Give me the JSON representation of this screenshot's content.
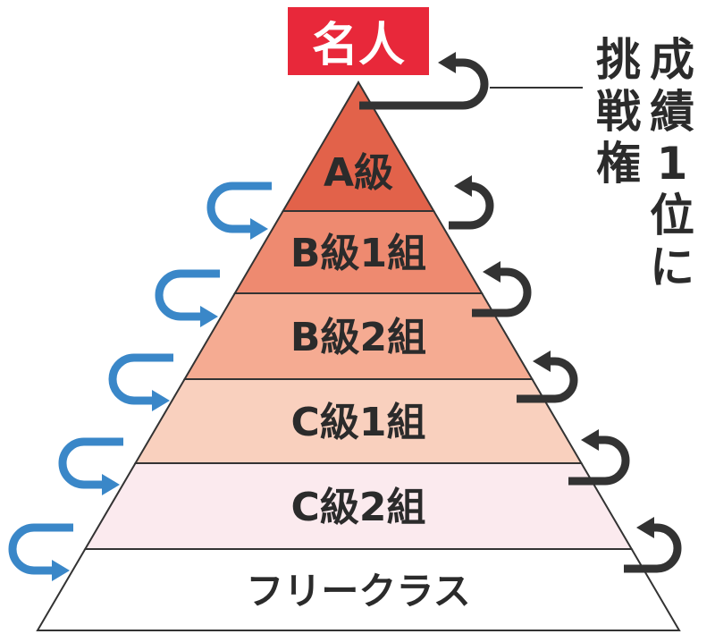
{
  "title": "名人",
  "challenge_text": "成績1位に挑戦権",
  "tiers": [
    {
      "label": "A級",
      "color": "#e2624a"
    },
    {
      "label": "B級1組",
      "color": "#ee8a70"
    },
    {
      "label": "B級2組",
      "color": "#f5ab92"
    },
    {
      "label": "C級1組",
      "color": "#f9d0be"
    },
    {
      "label": "C級2組",
      "color": "#fbeaee"
    },
    {
      "label": "フリークラス",
      "color": "#ffffff"
    }
  ],
  "colors": {
    "title_box": "#e8283a",
    "promotion_arrow": "#333333",
    "demotion_arrow": "#3a87c8",
    "outline": "#333333"
  }
}
